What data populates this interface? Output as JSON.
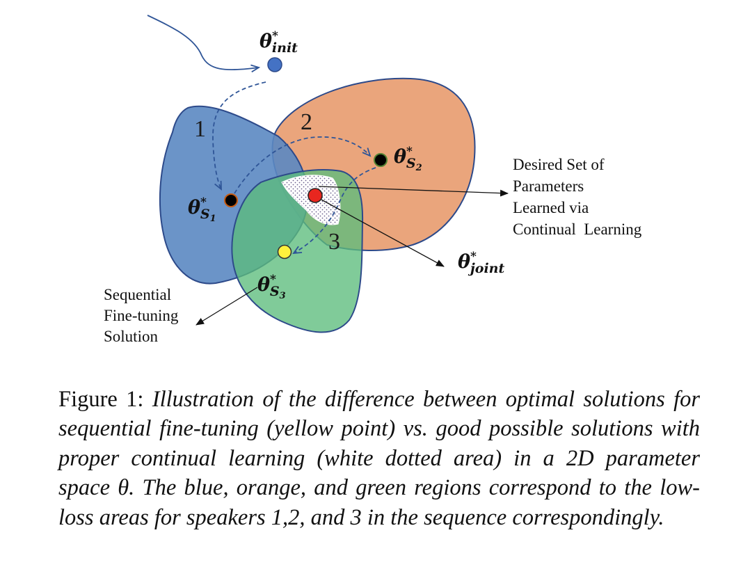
{
  "figure": {
    "region_labels": {
      "r1": "1",
      "r2": "2",
      "r3": "3"
    },
    "points": {
      "init": {
        "symbol": "θ",
        "sup": "*",
        "sub": "init"
      },
      "s1": {
        "symbol": "θ",
        "sup": "*",
        "sub": "S",
        "subsub": "1"
      },
      "s2": {
        "symbol": "θ",
        "sup": "*",
        "sub": "S",
        "subsub": "2"
      },
      "s3": {
        "symbol": "θ",
        "sup": "*",
        "sub": "S",
        "subsub": "3"
      },
      "joint": {
        "symbol": "θ",
        "sup": "*",
        "sub": "joint"
      }
    },
    "annotations": {
      "desired": [
        "Desired Set of",
        "Parameters",
        "Learned via",
        "Continual  Learning"
      ],
      "sequential": [
        "Sequential",
        "Fine-tuning",
        "Solution"
      ]
    },
    "colors": {
      "region1_blue": "#5b88c2",
      "region2_orange": "#eaa57c",
      "region3_green": "#5cbd7c",
      "outline": "#2d4a8a",
      "init_point": "#4472c4",
      "joint_point": "#e8261f",
      "s3_point": "#fff23d",
      "dashed_path": "#2f5597"
    }
  },
  "caption": {
    "label": "Figure 1:",
    "text": "Illustration of the difference between optimal solutions for sequential fine-tuning (yellow point) vs. good possible solutions with proper continual learning (white dotted area) in a 2D parameter space θ. The blue, orange, and green regions correspond to the low-loss areas for speakers 1,2, and 3 in the sequence correspondingly."
  }
}
